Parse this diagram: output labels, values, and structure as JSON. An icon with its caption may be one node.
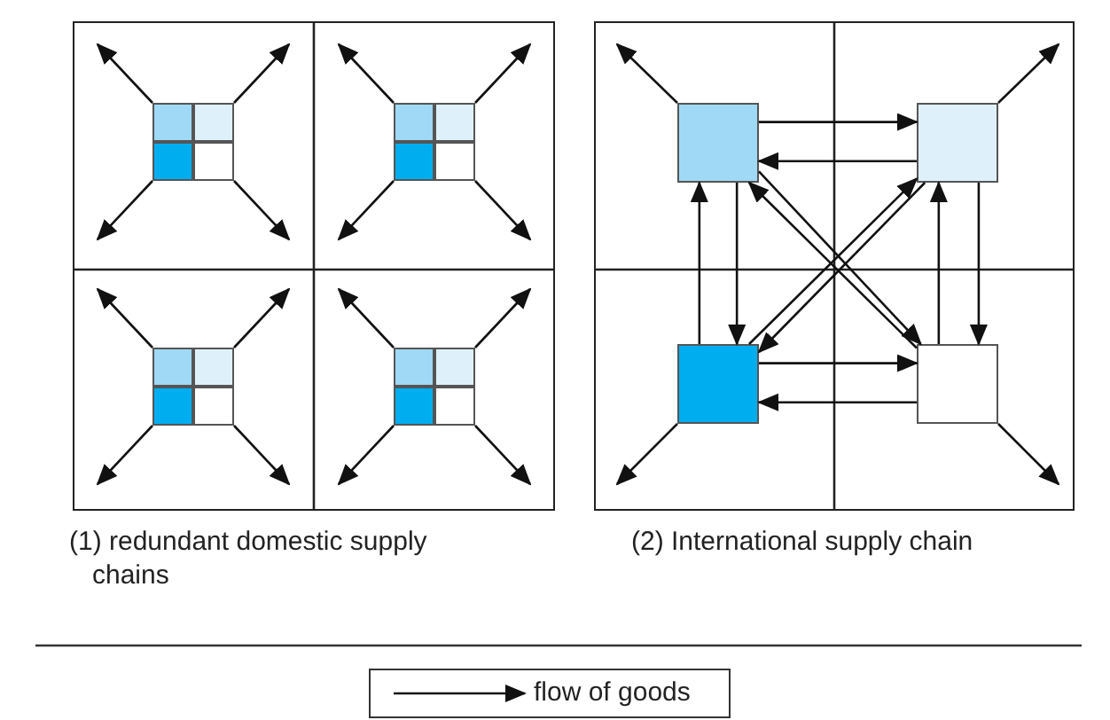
{
  "diagram": {
    "nodes": [
      {
        "text": [
          "(1) redundant domestic supply chains"
        ]
      },
      {
        "text": [],
        "shape": "box",
        "in": 0
      },
      {
        "text": [],
        "shape": "box",
        "in": 0
      },
      {
        "text": [],
        "shape": "box",
        "in": 0
      },
      {
        "text": [],
        "shape": "box",
        "in": 0
      },
      {
        "text": [],
        "shape": "box",
        "in": 0
      },
      {
        "text": [],
        "shape": "box",
        "in": 0
      },
      {
        "text": [],
        "shape": "box",
        "in": 0
      },
      {
        "text": [],
        "shape": "box",
        "in": 0
      },
      {
        "text": [],
        "shape": "box",
        "in": 0
      },
      {
        "text": [],
        "shape": "box",
        "in": 0
      },
      {
        "text": [],
        "shape": "box",
        "in": 0
      },
      {
        "text": [],
        "shape": "box",
        "in": 0
      },
      {
        "text": [],
        "shape": "box",
        "in": 0
      },
      {
        "text": [],
        "shape": "box",
        "in": 0
      },
      {
        "text": [],
        "shape": "box",
        "in": 0
      },
      {
        "text": [],
        "shape": "box",
        "in": 0
      },
      {
        "text": [
          "(2) International supply chain"
        ]
      },
      {
        "text": [],
        "shape": "box",
        "in": 17
      },
      {
        "text": [],
        "shape": "box",
        "in": 17
      },
      {
        "text": [],
        "shape": "box",
        "in": 17
      },
      {
        "text": [],
        "shape": "box",
        "in": 17
      }
    ],
    "edges": [
      {
        "from": 1,
        "to": null,
        "arrow": "to"
      },
      {
        "from": 2,
        "to": null,
        "arrow": "to"
      },
      {
        "from": 3,
        "to": null,
        "arrow": "to"
      },
      {
        "from": 4,
        "to": null,
        "arrow": "to"
      },
      {
        "from": 5,
        "to": null,
        "arrow": "to"
      },
      {
        "from": 6,
        "to": null,
        "arrow": "to"
      },
      {
        "from": 7,
        "to": null,
        "arrow": "to"
      },
      {
        "from": 8,
        "to": null,
        "arrow": "to"
      },
      {
        "from": 9,
        "to": null,
        "arrow": "to"
      },
      {
        "from": 10,
        "to": null,
        "arrow": "to"
      },
      {
        "from": 11,
        "to": null,
        "arrow": "to"
      },
      {
        "from": 12,
        "to": null,
        "arrow": "to"
      },
      {
        "from": 13,
        "to": null,
        "arrow": "to"
      },
      {
        "from": 14,
        "to": null,
        "arrow": "to"
      },
      {
        "from": 15,
        "to": null,
        "arrow": "to"
      },
      {
        "from": 16,
        "to": null,
        "arrow": "to"
      },
      {
        "from": 18,
        "to": null,
        "arrow": "to"
      },
      {
        "from": 19,
        "to": null,
        "arrow": "to"
      },
      {
        "from": 20,
        "to": null,
        "arrow": "to"
      },
      {
        "from": 21,
        "to": null,
        "arrow": "to"
      },
      {
        "from": 18,
        "to": 19,
        "arrow": "to"
      },
      {
        "from": 19,
        "to": 18,
        "arrow": "to"
      },
      {
        "from": 20,
        "to": 21,
        "arrow": "to"
      },
      {
        "from": 21,
        "to": 20,
        "arrow": "to"
      },
      {
        "from": 20,
        "to": 18,
        "arrow": "to"
      },
      {
        "from": 18,
        "to": 20,
        "arrow": "to"
      },
      {
        "from": 21,
        "to": 19,
        "arrow": "to"
      },
      {
        "from": 19,
        "to": 21,
        "arrow": "to"
      },
      {
        "from": 21,
        "to": 18,
        "arrow": "to"
      },
      {
        "from": 18,
        "to": 21,
        "arrow": "to"
      },
      {
        "from": 20,
        "to": 19,
        "arrow": "to"
      },
      {
        "from": 19,
        "to": 20,
        "arrow": "to"
      }
    ],
    "legend": [
      {
        "text": "flow of goods"
      }
    ]
  }
}
